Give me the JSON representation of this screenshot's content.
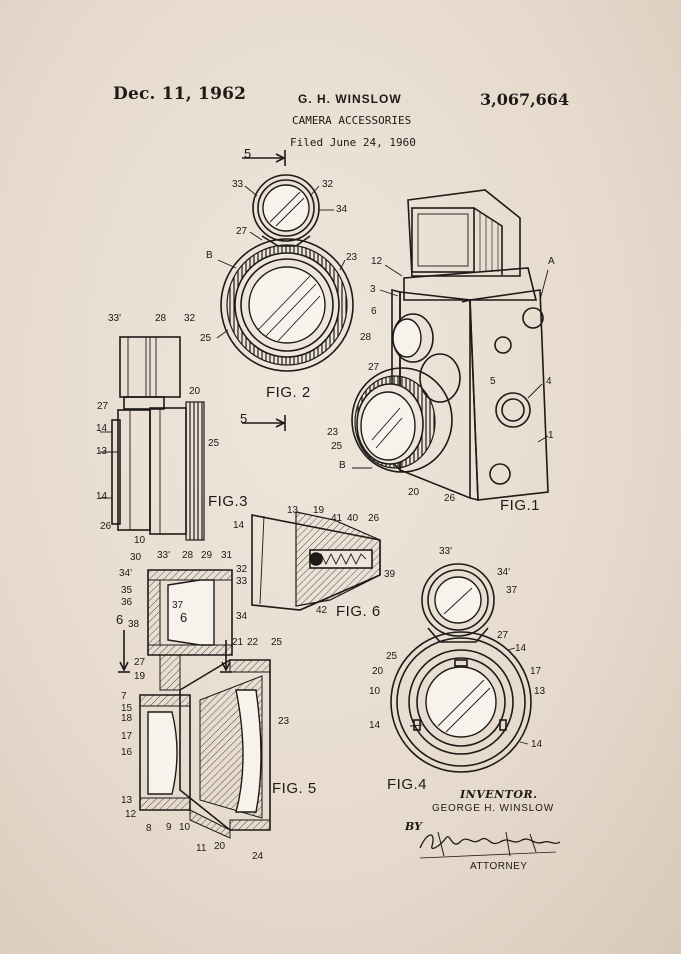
{
  "header": {
    "date": "Dec. 11, 1962",
    "inventor_short": "G. H. WINSLOW",
    "patent_number": "3,067,664",
    "title": "CAMERA ACCESSORIES",
    "filed": "Filed June 24, 1960"
  },
  "figures": {
    "fig1": "FIG.1",
    "fig2": "FIG. 2",
    "fig3": "FIG.3",
    "fig4": "FIG.4",
    "fig5": "FIG. 5",
    "fig6": "FIG. 6"
  },
  "section_marks": [
    "5",
    "5",
    "6",
    "6"
  ],
  "ref_numbers": {
    "fig2": [
      "33",
      "32",
      "34",
      "27",
      "B",
      "23",
      "25"
    ],
    "fig1": [
      "12",
      "A",
      "3",
      "6",
      "28",
      "27",
      "5",
      "4",
      "23",
      "25",
      "B",
      "20",
      "26",
      "1"
    ],
    "fig3": [
      "33'",
      "28",
      "32",
      "20",
      "27",
      "14",
      "13",
      "25",
      "14",
      "26",
      "10"
    ],
    "fig6": [
      "13",
      "19",
      "41",
      "40",
      "26",
      "14",
      "39",
      "42"
    ],
    "fig5": [
      "30",
      "33'",
      "28",
      "29",
      "31",
      "34'",
      "32",
      "35",
      "33",
      "36",
      "37",
      "38",
      "34",
      "21",
      "22",
      "25",
      "27",
      "19",
      "7",
      "15",
      "18",
      "17",
      "16",
      "23",
      "13",
      "12",
      "8",
      "9",
      "10",
      "11",
      "20",
      "24"
    ],
    "fig4": [
      "33'",
      "34'",
      "37",
      "27",
      "25",
      "14",
      "20",
      "17",
      "10",
      "13",
      "14",
      "14"
    ]
  },
  "footer": {
    "inventor_label": "INVENTOR.",
    "inventor_name": "GEORGE H. WINSLOW",
    "by": "BY",
    "signature": "Alfred W. Petchaft",
    "attorney": "ATTORNEY"
  }
}
